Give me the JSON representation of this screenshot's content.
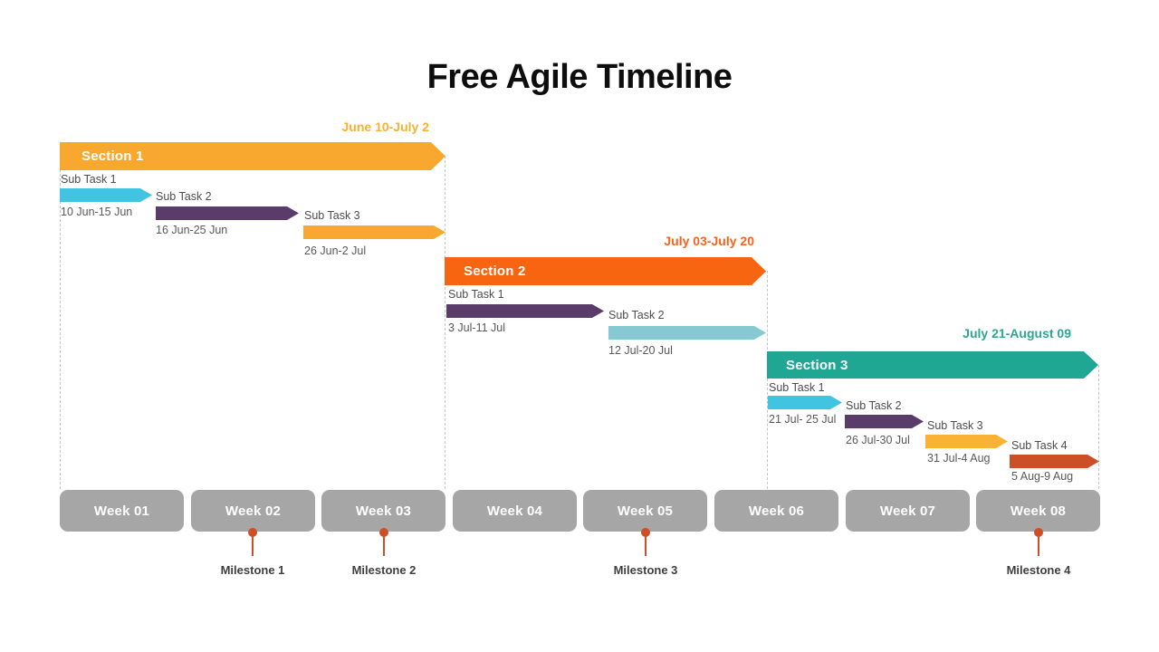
{
  "chart_data": {
    "type": "bar",
    "subtype": "gantt-timeline",
    "title": "Free Agile Timeline",
    "x_axis_units": "weeks",
    "weeks": [
      "Week 01",
      "Week 02",
      "Week 03",
      "Week 04",
      "Week 05",
      "Week 06",
      "Week 07",
      "Week 08"
    ],
    "week_bar_color": "#A6A6A6",
    "milestone_color": "#CE4F27",
    "sections": [
      {
        "name": "Section 1",
        "date_range": "June 10-July 2",
        "color": "#F9A82F",
        "date_color": "#F9B033",
        "week_span": [
          "Week 01",
          "Week 03"
        ],
        "tasks": [
          {
            "label": "Sub Task 1",
            "dates": "10 Jun-15 Jun",
            "start": "10 Jun",
            "end": "15 Jun",
            "color": "#41C4E1"
          },
          {
            "label": "Sub Task 2",
            "dates": "16 Jun-25 Jun",
            "start": "16 Jun",
            "end": "25 Jun",
            "color": "#5A3C6B"
          },
          {
            "label": "Sub Task 3",
            "dates": "26 Jun-2 Jul",
            "start": "26 Jun",
            "end": "2 Jul",
            "color": "#F9A82F"
          }
        ]
      },
      {
        "name": "Section 2",
        "date_range": "July 03-July 20",
        "color": "#F76511",
        "date_color": "#F4641E",
        "week_span": [
          "Week 04",
          "Week 06"
        ],
        "tasks": [
          {
            "label": "Sub Task 1",
            "dates": "3 Jul-11 Jul",
            "start": "3 Jul",
            "end": "11 Jul",
            "color": "#5A3C6B"
          },
          {
            "label": "Sub Task 2",
            "dates": "12 Jul-20 Jul",
            "start": "12 Jul",
            "end": "20 Jul",
            "color": "#85CAD3"
          }
        ]
      },
      {
        "name": "Section 3",
        "date_range": "July 21-August 09",
        "color": "#1FA794",
        "date_color": "#29A893",
        "week_span": [
          "Week 06",
          "Week 08"
        ],
        "tasks": [
          {
            "label": "Sub Task 1",
            "dates": "21 Jul- 25 Jul",
            "start": "21 Jul",
            "end": "25 Jul",
            "color": "#41C4E1"
          },
          {
            "label": "Sub Task 2",
            "dates": "26 Jul-30 Jul",
            "start": "26 Jul",
            "end": "30 Jul",
            "color": "#5A3C6B"
          },
          {
            "label": "Sub Task 3",
            "dates": "31 Jul-4 Aug",
            "start": "31 Jul",
            "end": "4 Aug",
            "color": "#F9B233"
          },
          {
            "label": "Sub Task 4",
            "dates": "5 Aug-9 Aug",
            "start": "5 Aug",
            "end": "9 Aug",
            "color": "#CD4F27"
          }
        ]
      }
    ],
    "milestones": [
      {
        "label": "Milestone 1",
        "week": "Week 02"
      },
      {
        "label": "Milestone 2",
        "week": "Week 03"
      },
      {
        "label": "Milestone 3",
        "week": "Week 05"
      },
      {
        "label": "Milestone 4",
        "week": "Week 08"
      }
    ]
  }
}
